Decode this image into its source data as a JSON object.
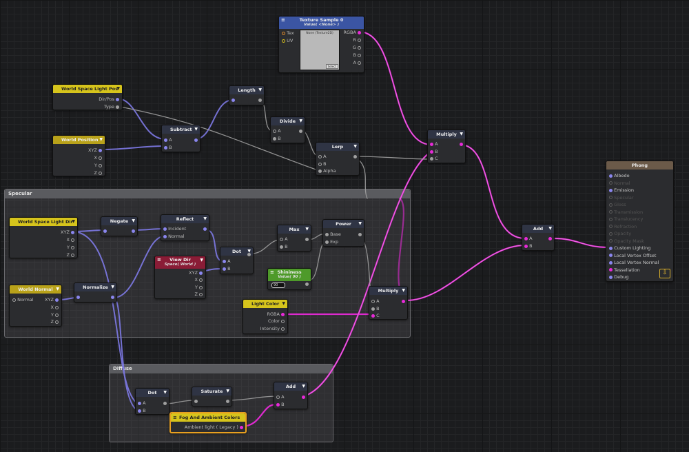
{
  "groups": {
    "specular": "Specular",
    "diffuse": "Diffuse"
  },
  "nodes": {
    "texture_sample": {
      "title": "Texture Sample 0",
      "subtitle": "Value( <None> )",
      "ports_in": [
        "Tex",
        "UV"
      ],
      "ports_out": [
        "RGBA",
        "R",
        "G",
        "B",
        "A"
      ],
      "preview_text": "None (Texture2D)",
      "select_label": "Select"
    },
    "wslp_top": {
      "title": "World Space Light Pos",
      "ports_out": [
        "Dir/Pos",
        "Type"
      ]
    },
    "world_position": {
      "title": "World Position",
      "ports_out": [
        "XYZ",
        "X",
        "Y",
        "Z"
      ]
    },
    "subtract": {
      "title": "Subtract",
      "ports_in": [
        "A",
        "B"
      ]
    },
    "length": {
      "title": "Length"
    },
    "divide": {
      "title": "Divide",
      "ports_in": [
        "A",
        "B"
      ]
    },
    "lerp": {
      "title": "Lerp",
      "ports_in": [
        "A",
        "B",
        "Alpha"
      ]
    },
    "multiply_top": {
      "title": "Multiply",
      "ports_in": [
        "A",
        "B",
        "C"
      ]
    },
    "add_right": {
      "title": "Add",
      "ports_in": [
        "A",
        "B"
      ]
    },
    "phong": {
      "title": "Phong",
      "ports": [
        "Albedo",
        "Normal",
        "Emission",
        "Specular",
        "Gloss",
        "Transmission",
        "Translucency",
        "Refraction",
        "Opacity",
        "Opacity Mask",
        "Custom Lighting",
        "Local Vertex Offset",
        "Local Vertex Normal",
        "Tessellation",
        "Debug"
      ]
    },
    "wslp_spec": {
      "title": "World Space Light Dir",
      "ports_out": [
        "XYZ",
        "X",
        "Y",
        "Z"
      ]
    },
    "negate": {
      "title": "Negate"
    },
    "reflect": {
      "title": "Reflect",
      "ports_in": [
        "Incident",
        "Normal"
      ]
    },
    "view_dir": {
      "title": "View Dir",
      "subtitle": "Space( World )",
      "ports_out": [
        "XYZ",
        "X",
        "Y",
        "Z"
      ]
    },
    "dot_spec": {
      "title": "Dot",
      "ports_in": [
        "A",
        "B"
      ]
    },
    "max": {
      "title": "Max",
      "ports_in": [
        "A",
        "B"
      ]
    },
    "power": {
      "title": "Power",
      "ports_in": [
        "Base",
        "Exp"
      ]
    },
    "shininess": {
      "title": "Shininess",
      "subtitle": "Value( 90 )",
      "value": "90"
    },
    "world_normal": {
      "title": "World Normal",
      "ports_in": [
        "Normal"
      ],
      "ports_out": [
        "XYZ",
        "X",
        "Y",
        "Z"
      ]
    },
    "normalize": {
      "title": "Normalize"
    },
    "light_color": {
      "title": "Light Color",
      "ports_out": [
        "RGBA",
        "Color",
        "Intensity"
      ]
    },
    "multiply_spec": {
      "title": "Multiply",
      "ports_in": [
        "A",
        "B",
        "C"
      ]
    },
    "dot_diff": {
      "title": "Dot",
      "ports_in": [
        "A",
        "B"
      ]
    },
    "saturate": {
      "title": "Saturate"
    },
    "add_diff": {
      "title": "Add",
      "ports_in": [
        "A",
        "B"
      ]
    },
    "fog": {
      "title": "Fog And Ambient Colors",
      "ports_out": [
        "Ambient light ( Legacy )"
      ]
    }
  },
  "colors": {
    "accent_magenta": "#e82ad8",
    "vector_blue": "#8a86ee",
    "selection_orange": "#e8a020"
  }
}
